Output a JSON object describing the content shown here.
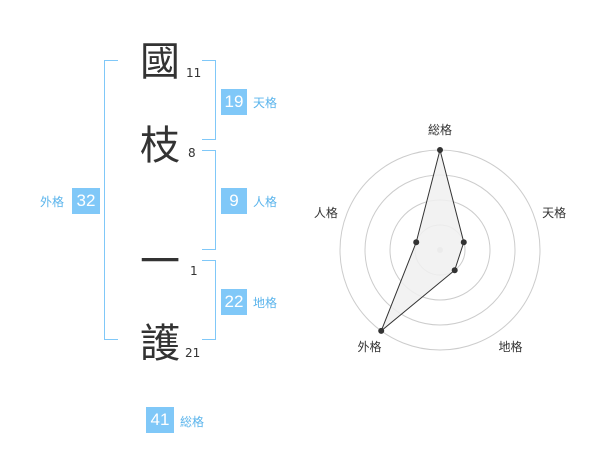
{
  "name": {
    "characters": [
      {
        "char": "國",
        "strokes": "11"
      },
      {
        "char": "枝",
        "strokes": "8"
      },
      {
        "char": "一",
        "strokes": "1"
      },
      {
        "char": "護",
        "strokes": "21"
      }
    ]
  },
  "fortunes": {
    "tenkaku": {
      "value": "19",
      "label": "天格"
    },
    "jinkaku": {
      "value": "9",
      "label": "人格"
    },
    "chikaku": {
      "value": "22",
      "label": "地格"
    },
    "gaikaku": {
      "value": "32",
      "label": "外格"
    },
    "soukaku": {
      "value": "41",
      "label": "総格"
    }
  },
  "colors": {
    "accent": "#80c8f8",
    "accent_text": "#5ab4ec",
    "text": "#333333",
    "grid": "#cccccc",
    "radar_fill": "#f0f0f0",
    "radar_point": "#333333"
  },
  "chart_data": {
    "type": "radar",
    "categories": [
      "総格",
      "天格",
      "地格",
      "外格",
      "人格"
    ],
    "series": [
      {
        "values": [
          4,
          1,
          1,
          4,
          1
        ]
      }
    ],
    "range": [
      0,
      4
    ],
    "rings": 4
  }
}
